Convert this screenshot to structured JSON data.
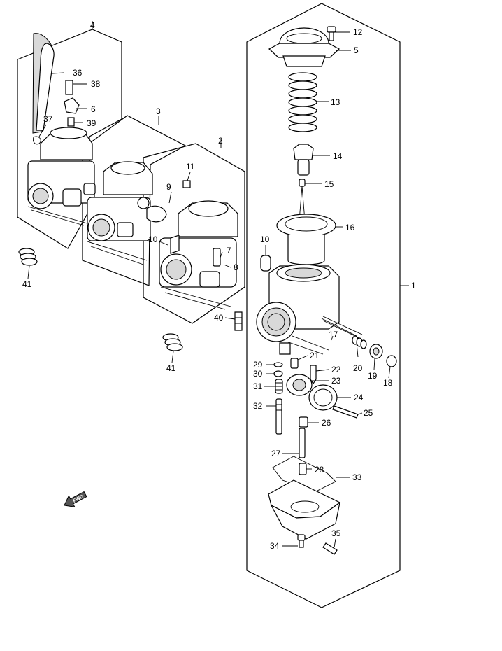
{
  "callouts": {
    "c1": "1",
    "c2": "2",
    "c3": "3",
    "c4": "4",
    "c5": "5",
    "c6": "6",
    "c7": "7",
    "c8": "8",
    "c9": "9",
    "c10a": "10",
    "c10b": "10",
    "c11": "11",
    "c12": "12",
    "c13": "13",
    "c14": "14",
    "c15": "15",
    "c16": "16",
    "c17": "17",
    "c18": "18",
    "c19": "19",
    "c20": "20",
    "c21": "21",
    "c22": "22",
    "c23": "23",
    "c24": "24",
    "c25": "25",
    "c26": "26",
    "c27": "27",
    "c28": "28",
    "c29": "29",
    "c30": "30",
    "c31": "31",
    "c32": "32",
    "c33": "33",
    "c34": "34",
    "c35": "35",
    "c36": "36",
    "c37": "37",
    "c38": "38",
    "c39": "39",
    "c40": "40",
    "c41a": "41",
    "c41b": "41"
  },
  "fwd_label": "FWD"
}
